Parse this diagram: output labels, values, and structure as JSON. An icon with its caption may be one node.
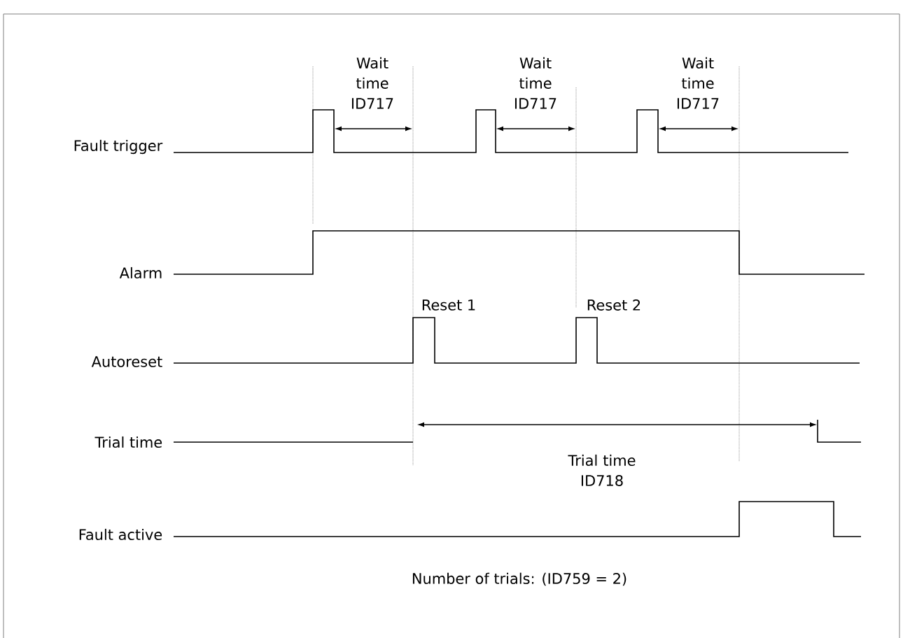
{
  "diagram": {
    "caption": "Number of trials: (ID759 = 2)",
    "labels": [
      "Wait time ID717",
      "Wait time ID717",
      "Wait time ID717",
      "Fault trigger",
      "Alarm",
      "Reset 1",
      "Reset 2",
      "Autoreset",
      "Trial time",
      "Trial time ID718",
      "Fault active"
    ]
  }
}
